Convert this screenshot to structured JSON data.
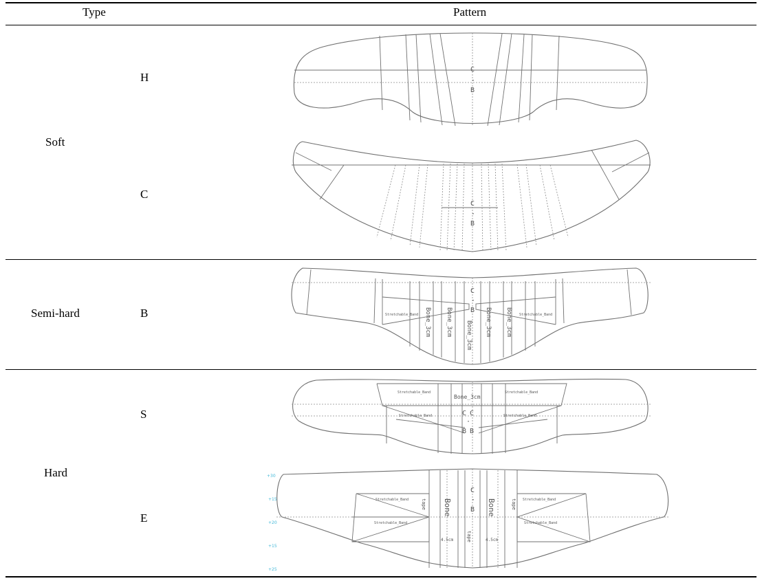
{
  "table": {
    "header": {
      "type": "Type",
      "pattern": "Pattern"
    },
    "groups": {
      "soft": "Soft",
      "semi_hard": "Semi-hard",
      "hard": "Hard"
    },
    "rows": {
      "h": "H",
      "c": "C",
      "b": "B",
      "s": "S",
      "e": "E"
    }
  },
  "patterns": {
    "center_mark": {
      "c": "C",
      "dot": "·",
      "b": "B"
    },
    "b_labels": {
      "stretch": "Stretchable_Band",
      "bone_left1": "Bone_3cm",
      "bone_left2": "Bone_3cm",
      "bone_center": "Bone_3cm",
      "bone_right1": "Bone_3cm",
      "bone_right2": "Bone_3cm"
    },
    "s_labels": {
      "stretch": "Stretchable_Band",
      "bone": "Bone_3cm"
    },
    "e_labels": {
      "stretch": "Stretchable_Band",
      "bone": "Bone",
      "tape": "tape",
      "width": "4.5cm",
      "axis_ticks": [
        "+30",
        "+15",
        "+20",
        "+15",
        "+25"
      ]
    }
  }
}
